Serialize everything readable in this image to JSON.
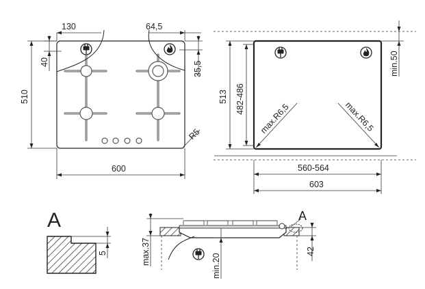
{
  "top_view": {
    "dim_width": "600",
    "dim_depth": "510",
    "dim_left_offset": "130",
    "dim_right_offset": "64,5",
    "dim_left_depth": "40",
    "dim_right_depth": "35,5",
    "dim_radius": "R5"
  },
  "cutout_view": {
    "dim_outer_width": "603",
    "dim_inner_width": "560-564",
    "dim_outer_depth": "513",
    "dim_inner_depth": "482-486",
    "dim_radius_left": "max.R6,5",
    "dim_radius_right": "max.R6,5",
    "dim_min_top": "min.50"
  },
  "detail_a": {
    "label": "A",
    "dim_step": "5"
  },
  "side_view": {
    "detail_label": "A",
    "dim_max_height": "max.37",
    "dim_min_below": "min.20",
    "dim_depth": "42"
  },
  "icons": [
    "electric-plug-icon",
    "gas-flame-icon"
  ]
}
